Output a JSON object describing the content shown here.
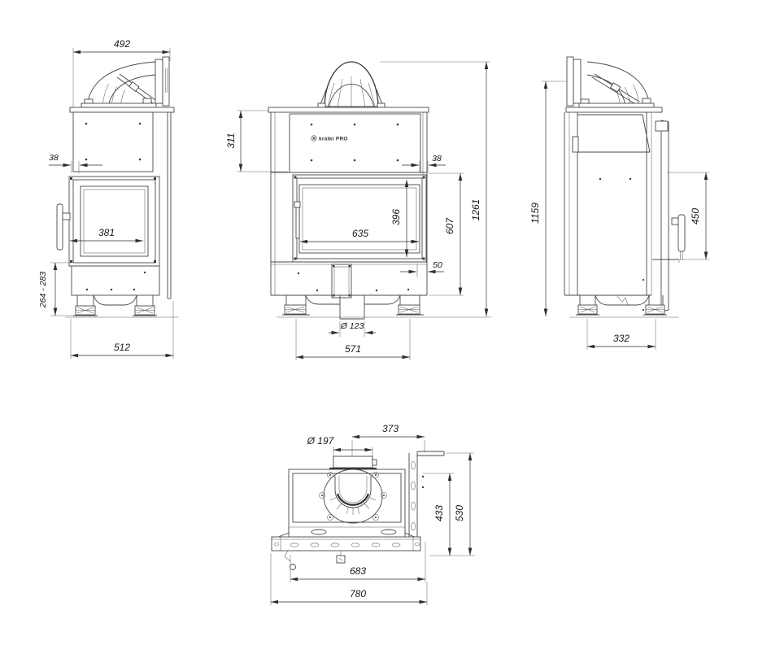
{
  "brand": {
    "label": "kratki PRO"
  },
  "views": {
    "left_side": {
      "dims": {
        "top_width": "492",
        "wall_offset": "38",
        "glass_width": "381",
        "base_height": "264 - 283",
        "depth": "512"
      }
    },
    "front": {
      "dims": {
        "upper_height": "311",
        "total_height": "1261",
        "wall_offset": "38",
        "glass_width": "635",
        "glass_height": "396",
        "door_height": "607",
        "bottom_offset": "50",
        "inlet_diameter": "Ø 123",
        "feet_span": "571"
      }
    },
    "right_side": {
      "dims": {
        "flue_height": "1159",
        "handle_span": "450",
        "feet_span": "332"
      }
    },
    "top": {
      "dims": {
        "flue_center_offset": "373",
        "flue_diameter": "Ø 197",
        "depth_body": "433",
        "depth_total": "530",
        "width_inner": "683",
        "width_total": "780"
      }
    }
  }
}
